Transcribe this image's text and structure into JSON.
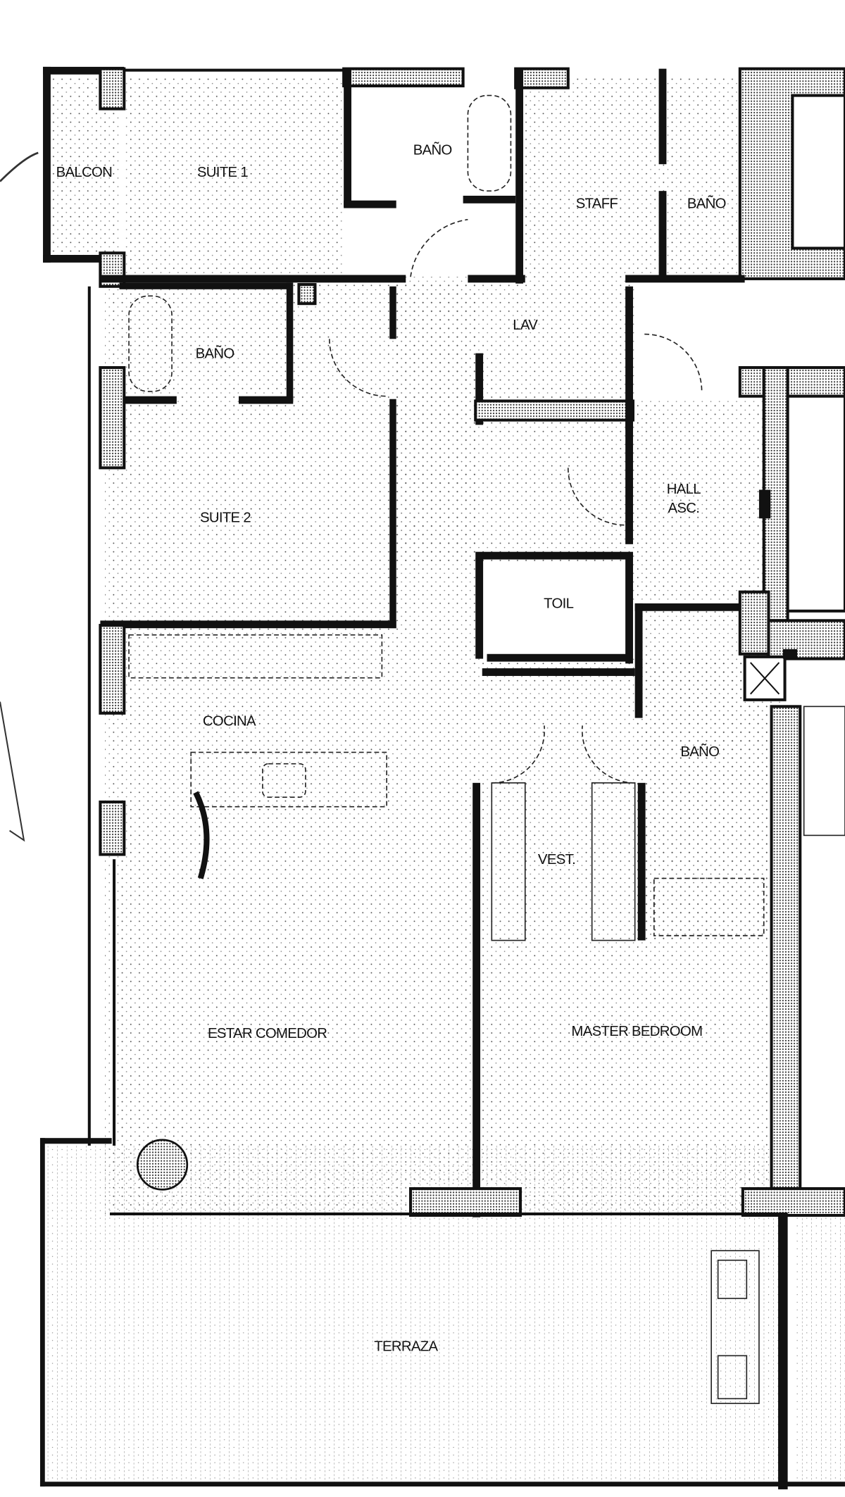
{
  "floor_plan": {
    "rooms": {
      "balcon": "BALCON",
      "suite1": "SUITE 1",
      "bano_suite1": "BAÑO",
      "staff": "STAFF",
      "bano_staff": "BAÑO",
      "bano_suite2": "BAÑO",
      "lav": "LAV",
      "hall_asc_1": "HALL",
      "hall_asc_2": "ASC.",
      "suite2": "SUITE 2",
      "toil": "TOIL",
      "cocina": "COCINA",
      "bano_master": "BAÑO",
      "vest": "VEST.",
      "estar_comedor": "ESTAR COMEDOR",
      "master_bedroom": "MASTER BEDROOM",
      "terraza": "TERRAZA"
    }
  }
}
